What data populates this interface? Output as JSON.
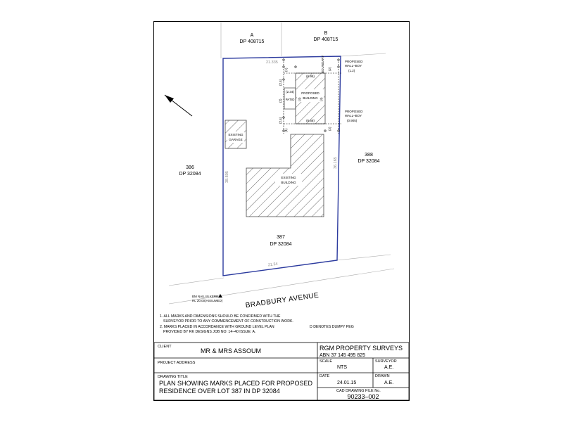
{
  "lots": {
    "a": {
      "letter": "A",
      "dp": "DP 408715"
    },
    "b": {
      "letter": "B",
      "dp": "DP 408715"
    },
    "lot386": {
      "number": "386",
      "dp": "DP 32084"
    },
    "lot388": {
      "number": "388",
      "dp": "DP 32084"
    },
    "lot387": {
      "number": "387",
      "dp": "DP 32084"
    }
  },
  "structures": {
    "garage_l1": "EXISTING",
    "garage_l2": "GARAGE",
    "existing_l1": "EXISTING",
    "existing_l2": "BUILDING",
    "proposed_l1": "PROPOSED",
    "proposed_l2": "BUILDING",
    "patio": "PATIO"
  },
  "annotations": {
    "wall_top_l1": "PROPOSED",
    "wall_top_l2": "WALL–BOY",
    "wall_top_val": "(1.2)",
    "wall_bot_l1": "PROPOSED",
    "wall_bot_l2": "WALL–BOY",
    "wall_bot_val": "(0.905)",
    "boy_top": "BOUNDARY"
  },
  "dimensions": {
    "top": "21.335",
    "bottom": "21.34",
    "left": "38.805",
    "right": "36.165",
    "pb_top": "(6.95)",
    "pb_bottom": "(6.66)",
    "pb_left": "(4)",
    "pb_right": "(4)",
    "patio_w": "(2.34)",
    "patio_h": "(2)",
    "off_top": "(2.4)",
    "off_bot": "(2.4)",
    "off_side_top": "(1)",
    "off_side_bot": "(1)",
    "off_r_top": "(2)",
    "off_r_bot": "(2)"
  },
  "road": {
    "name": "BRADBURY AVENUE",
    "bm_l1": "BM NAIL IN KERB",
    "bm_l2": "RL 20.00(ASSUMED)"
  },
  "notes": {
    "n1_l1": "1. ALL MARKS AND DIMENSIONS SHOULD BE CONFIRMED WITH THE",
    "n1_l2": "SURVEYOR PRIOR TO ANY COMMENCEMENT OF CONSTRUCTION WORK.",
    "n2_l1": "2. MARKS PLACED IN ACCORDANCE WITH GROUND LEVEL PLAN",
    "n2_l2": "PROVIDED BY RK DESIGNS JOB NO: 14–40 ISSUE: A.",
    "legend": "D  DENOTES DUMPY PEG"
  },
  "title_block": {
    "client_label": "CLIENT",
    "client_value": "MR & MRS ASSOUM",
    "company": "RGM PROPERTY SURVEYS",
    "abn": "ABN 37 145 495 825",
    "project_address_label": "PROJECT ADDRESS",
    "scale_label": "SCALE",
    "scale_value": "NTS",
    "surveyor_label": "SURVEYOR",
    "surveyor_value": "A.E.",
    "drawing_title_label": "DRAWING TITLE",
    "drawing_title_l1": "PLAN SHOWING MARKS PLACED FOR PROPOSED",
    "drawing_title_l2": "RESIDENCE OVER LOT 387 IN DP 32084",
    "date_label": "DATE",
    "date_value": "24.01.15",
    "drawn_label": "DRAWN",
    "drawn_value": "A.E.",
    "cad_label": "CAD DRAWING FILE No.",
    "cad_value": "90233–002"
  }
}
